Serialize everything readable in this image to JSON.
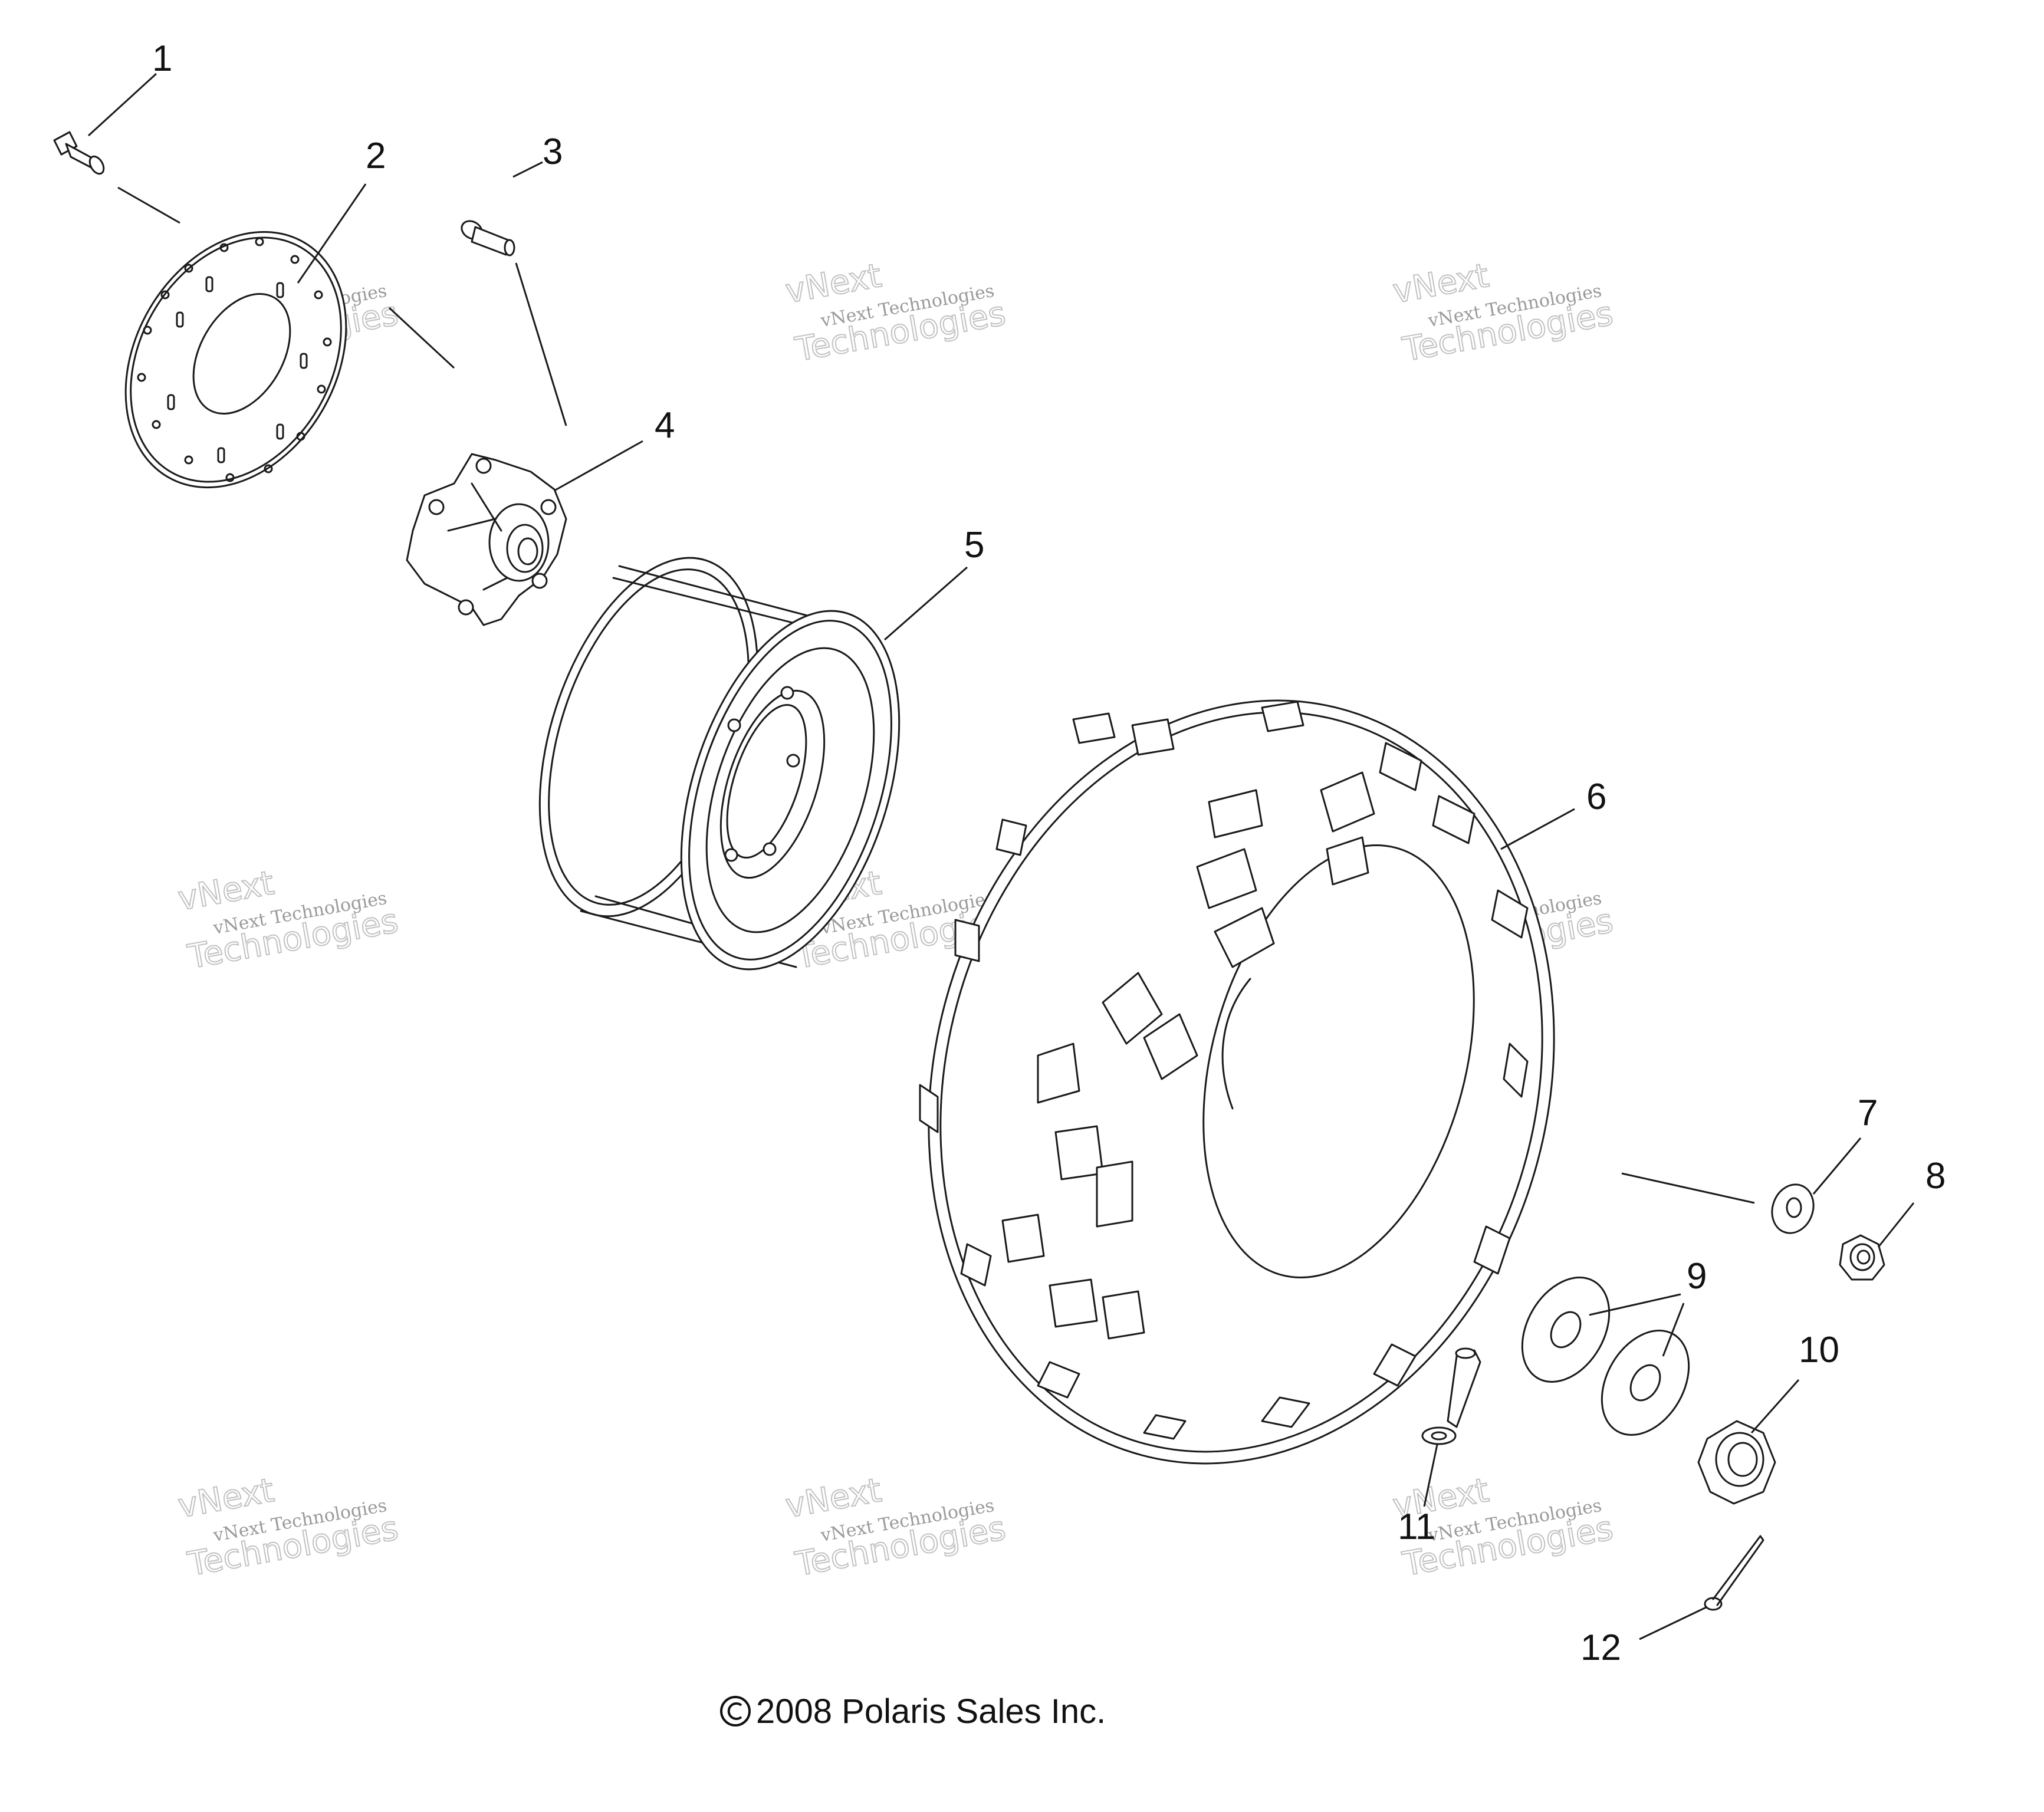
{
  "diagram": {
    "callouts": [
      {
        "id": 1,
        "label": "1"
      },
      {
        "id": 2,
        "label": "2"
      },
      {
        "id": 3,
        "label": "3"
      },
      {
        "id": 4,
        "label": "4"
      },
      {
        "id": 5,
        "label": "5"
      },
      {
        "id": 6,
        "label": "6"
      },
      {
        "id": 7,
        "label": "7"
      },
      {
        "id": 8,
        "label": "8"
      },
      {
        "id": 9,
        "label": "9"
      },
      {
        "id": 10,
        "label": "10"
      },
      {
        "id": 11,
        "label": "11"
      },
      {
        "id": 12,
        "label": "12"
      }
    ],
    "copyright": "2008 Polaris Sales Inc.",
    "watermark": {
      "line1": "vNext Technologies",
      "line2": "vNext",
      "line3": "Technologies"
    }
  }
}
